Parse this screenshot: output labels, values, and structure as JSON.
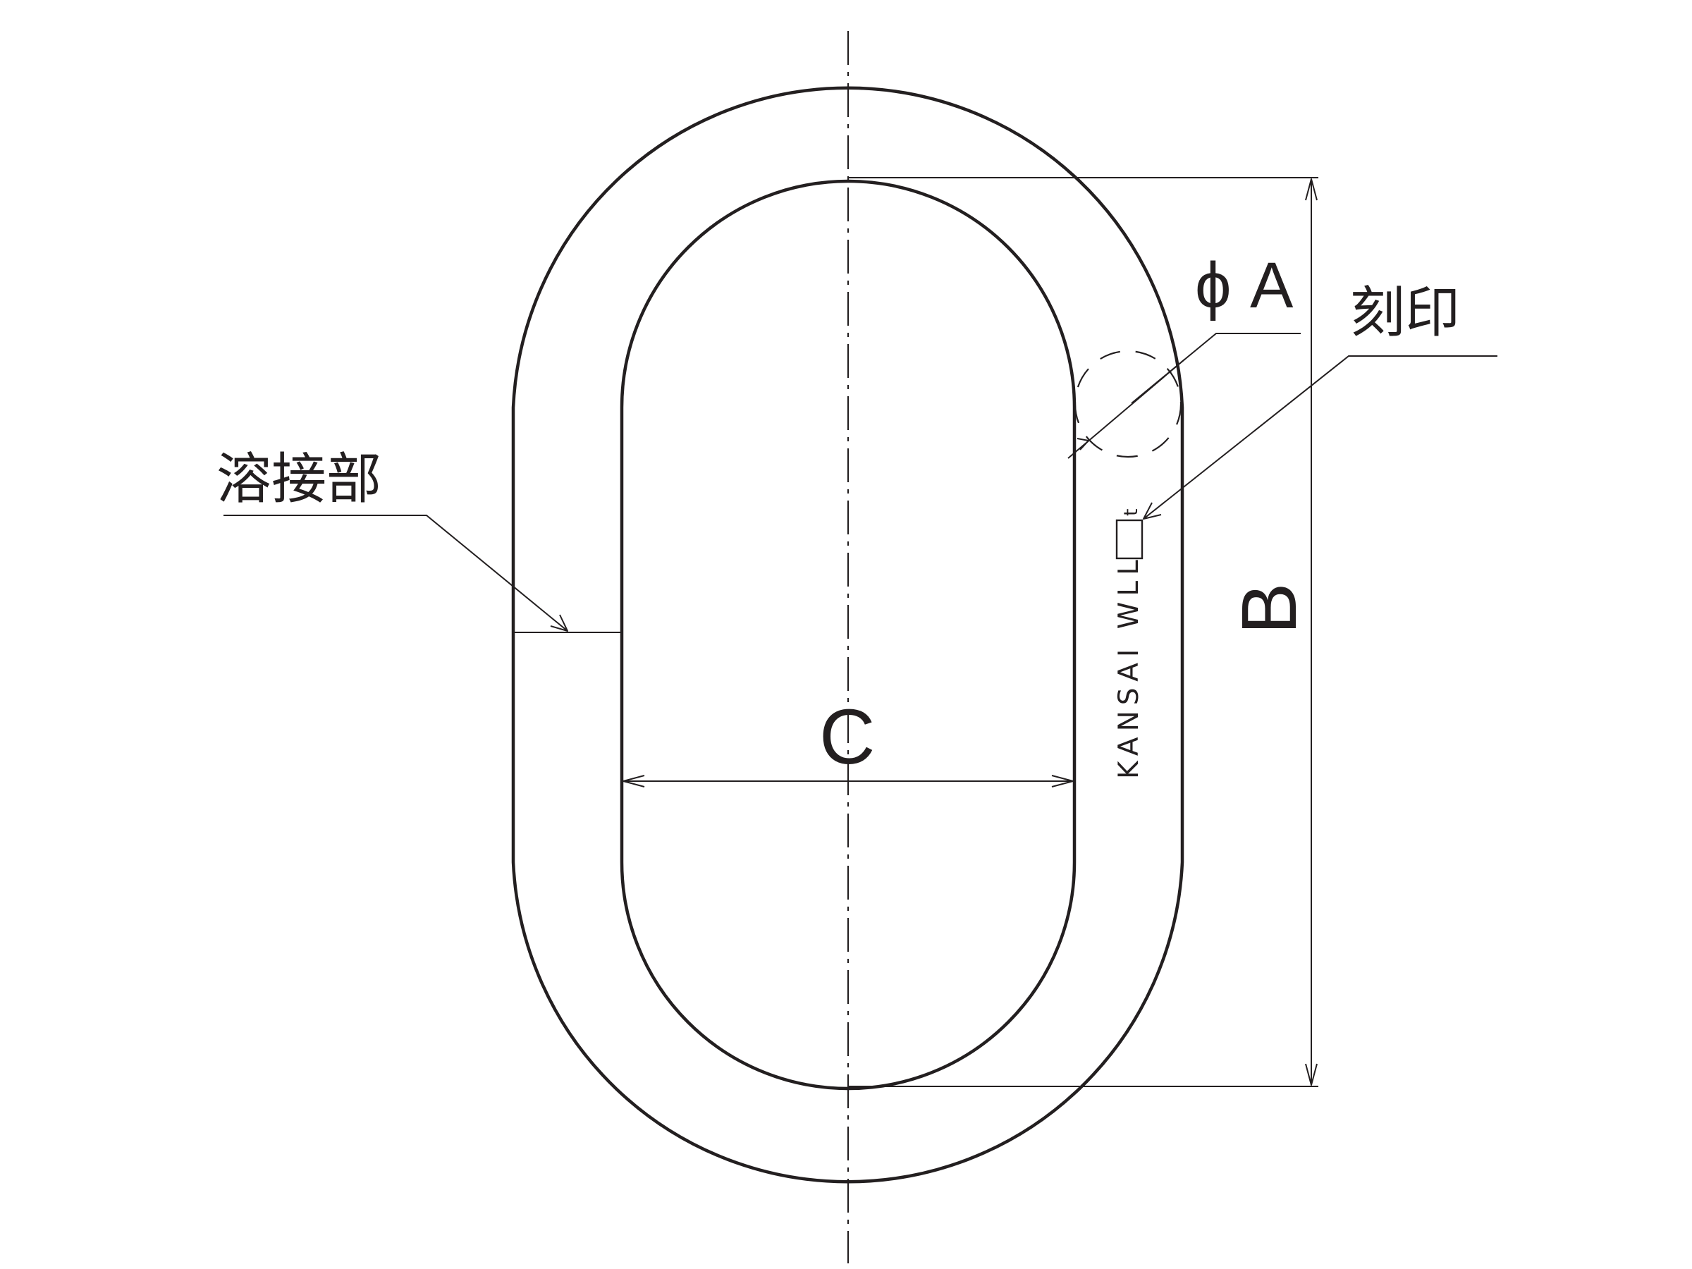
{
  "labels": {
    "weld": "溶接部",
    "stamp": "刻印",
    "diameter_symbol": "ϕ",
    "diameter_letter": "A",
    "length_letter": "B",
    "width_letter": "C"
  },
  "stamp": {
    "text": "KANSAI WLL",
    "unit": "t"
  },
  "colors": {
    "line": "#231f20",
    "background": "#ffffff"
  }
}
